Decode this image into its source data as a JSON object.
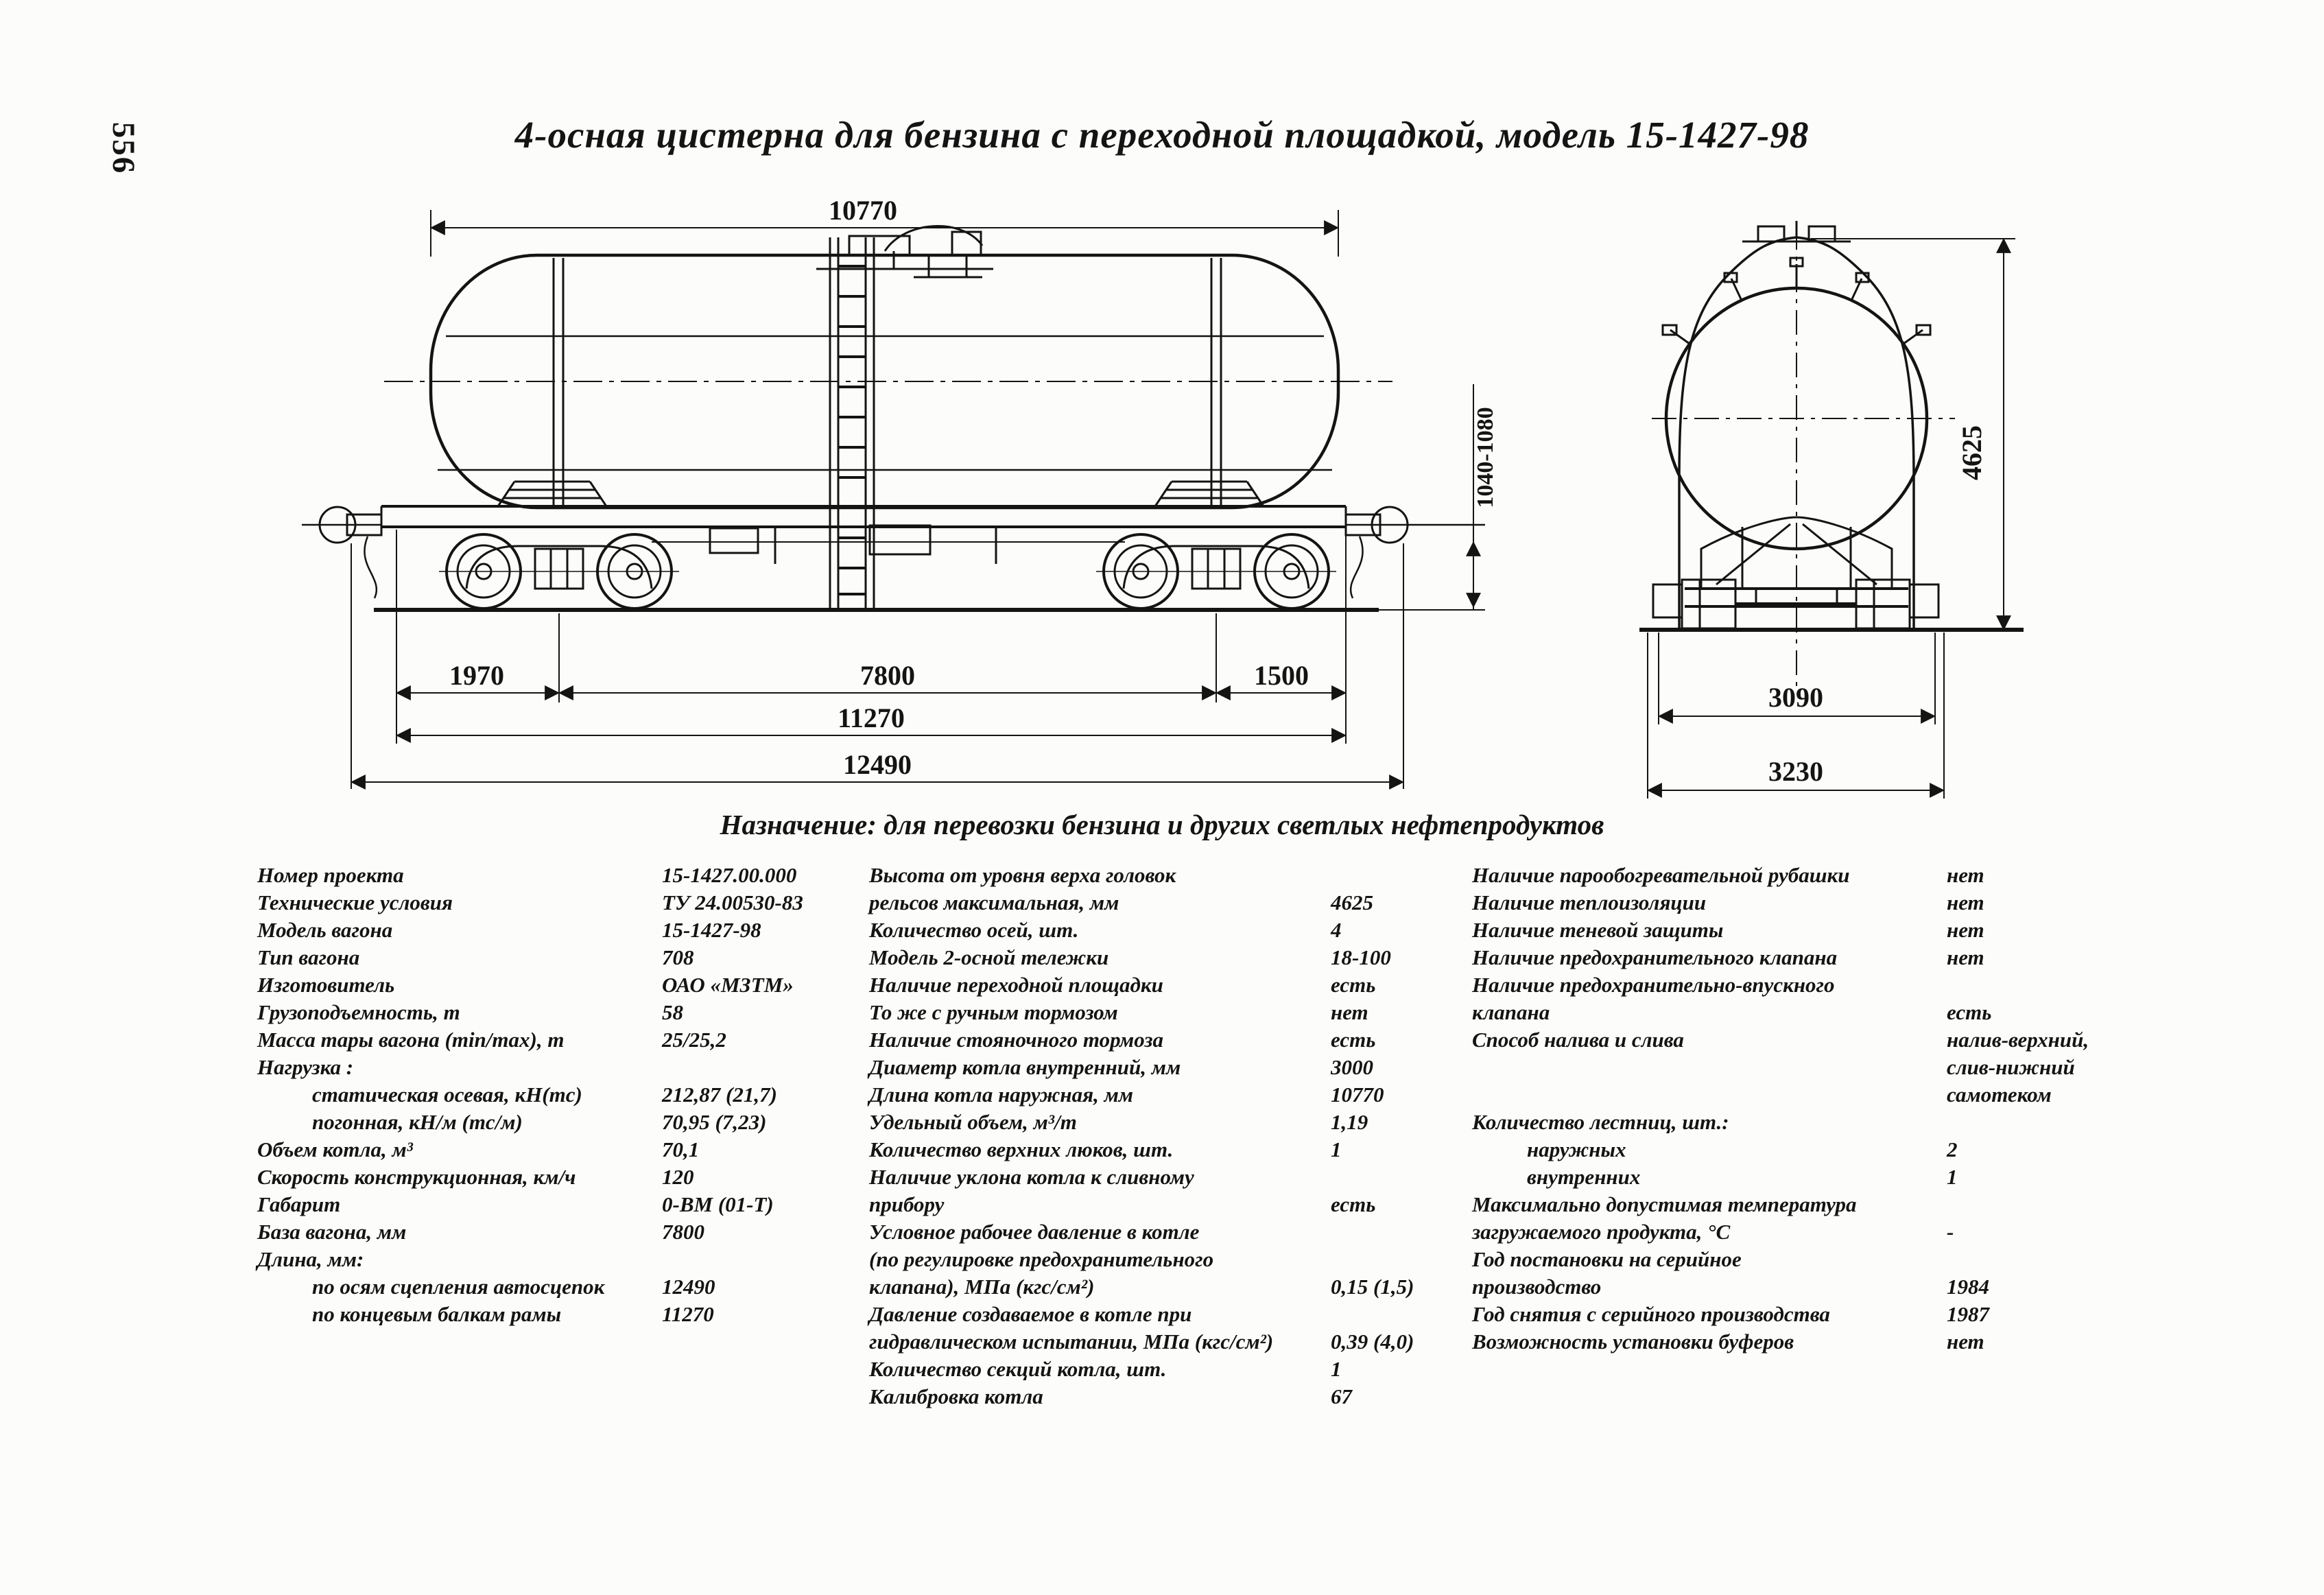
{
  "page": {
    "number": "556",
    "title": "4-осная цистерна для бензина с переходной площадкой, модель 15-1427-98",
    "purpose": "Назначение: для перевозки бензина и других светлых нефтепродуктов"
  },
  "drawing": {
    "side_view_dims": {
      "tank_length": "10770",
      "coupler_height_range": "1040-1080",
      "left_overhang": "1970",
      "bogie_base": "7800",
      "right_overhang": "1500",
      "frame_length": "11270",
      "coupler_length": "12490"
    },
    "end_view_dims": {
      "max_height": "4625",
      "bogie_width": "3090",
      "max_width": "3230"
    }
  },
  "specs": {
    "columns": [
      {
        "rows": [
          {
            "label": "Номер проекта",
            "value": "15-1427.00.000"
          },
          {
            "label": "Технические условия",
            "value": "ТУ 24.00530-83"
          },
          {
            "label": "Модель вагона",
            "value": "15-1427-98"
          },
          {
            "label": "Тип вагона",
            "value": "708"
          },
          {
            "label": "Изготовитель",
            "value": "ОАО «МЗТМ»"
          },
          {
            "label": "Грузоподъемность, т",
            "value": "58"
          },
          {
            "label": "Масса тары вагона (min/max), т",
            "value": "25/25,2"
          },
          {
            "label": "Нагрузка :",
            "value": ""
          },
          {
            "label": "статическая осевая, кН(тс)",
            "value": "212,87 (21,7)",
            "indent": true
          },
          {
            "label": "погонная, кН/м (тс/м)",
            "value": "70,95 (7,23)",
            "indent": true
          },
          {
            "label": "Объем котла, м³",
            "value": "70,1"
          },
          {
            "label": "Скорость конструкционная, км/ч",
            "value": "120"
          },
          {
            "label": "Габарит",
            "value": "0-ВМ (01-Т)"
          },
          {
            "label": "База вагона, мм",
            "value": "7800"
          },
          {
            "label": "Длина, мм:",
            "value": ""
          },
          {
            "label": "по осям сцепления автосцепок",
            "value": "12490",
            "indent": true
          },
          {
            "label": "по концевым балкам рамы",
            "value": "11270",
            "indent": true
          }
        ]
      },
      {
        "rows": [
          {
            "label": "Высота от уровня верха головок",
            "value": ""
          },
          {
            "label": "рельсов максимальная, мм",
            "value": "4625"
          },
          {
            "label": "Количество осей, шт.",
            "value": "4"
          },
          {
            "label": "Модель 2-осной тележки",
            "value": "18-100"
          },
          {
            "label": "Наличие переходной площадки",
            "value": "есть"
          },
          {
            "label": "То же с ручным тормозом",
            "value": "нет"
          },
          {
            "label": "Наличие стояночного тормоза",
            "value": "есть"
          },
          {
            "label": "Диаметр котла внутренний, мм",
            "value": "3000"
          },
          {
            "label": "Длина котла наружная, мм",
            "value": "10770"
          },
          {
            "label": "Удельный объем, м³/т",
            "value": "1,19"
          },
          {
            "label": "Количество верхних люков, шт.",
            "value": "1"
          },
          {
            "label": "Наличие уклона котла к сливному",
            "value": ""
          },
          {
            "label": "прибору",
            "value": "есть"
          },
          {
            "label": "Условное рабочее давление в котле",
            "value": ""
          },
          {
            "label": "(по регулировке предохранительного",
            "value": ""
          },
          {
            "label": "клапана), МПа (кгс/см²)",
            "value": "0,15 (1,5)"
          },
          {
            "label": "Давление создаваемое в котле при",
            "value": ""
          },
          {
            "label": "гидравлическом испытании, МПа (кгс/см²)",
            "value": "0,39 (4,0)"
          },
          {
            "label": "Количество секций котла, шт.",
            "value": "1"
          },
          {
            "label": "Калибровка котла",
            "value": "67"
          }
        ]
      },
      {
        "rows": [
          {
            "label": "Наличие парообогревательной рубашки",
            "value": "нет"
          },
          {
            "label": "Наличие теплоизоляции",
            "value": "нет"
          },
          {
            "label": "Наличие теневой защиты",
            "value": "нет"
          },
          {
            "label": "Наличие предохранительного клапана",
            "value": "нет"
          },
          {
            "label": "Наличие предохранительно-впускного",
            "value": ""
          },
          {
            "label": "клапана",
            "value": "есть"
          },
          {
            "label": "Способ налива и слива",
            "value": "налив-верхний,"
          },
          {
            "label": "",
            "value": "слив-нижний"
          },
          {
            "label": "",
            "value": "самотеком"
          },
          {
            "label": "Количество лестниц, шт.:",
            "value": ""
          },
          {
            "label": "наружных",
            "value": "2",
            "indent": true
          },
          {
            "label": "внутренних",
            "value": "1",
            "indent": true
          },
          {
            "label": "Максимально допустимая температура",
            "value": ""
          },
          {
            "label": "загружаемого продукта, °С",
            "value": "-"
          },
          {
            "label": "Год постановки на серийное",
            "value": ""
          },
          {
            "label": "производство",
            "value": "1984"
          },
          {
            "label": "Год снятия с серийного производства",
            "value": "1987"
          },
          {
            "label": "Возможность установки буферов",
            "value": "нет"
          }
        ]
      }
    ]
  }
}
